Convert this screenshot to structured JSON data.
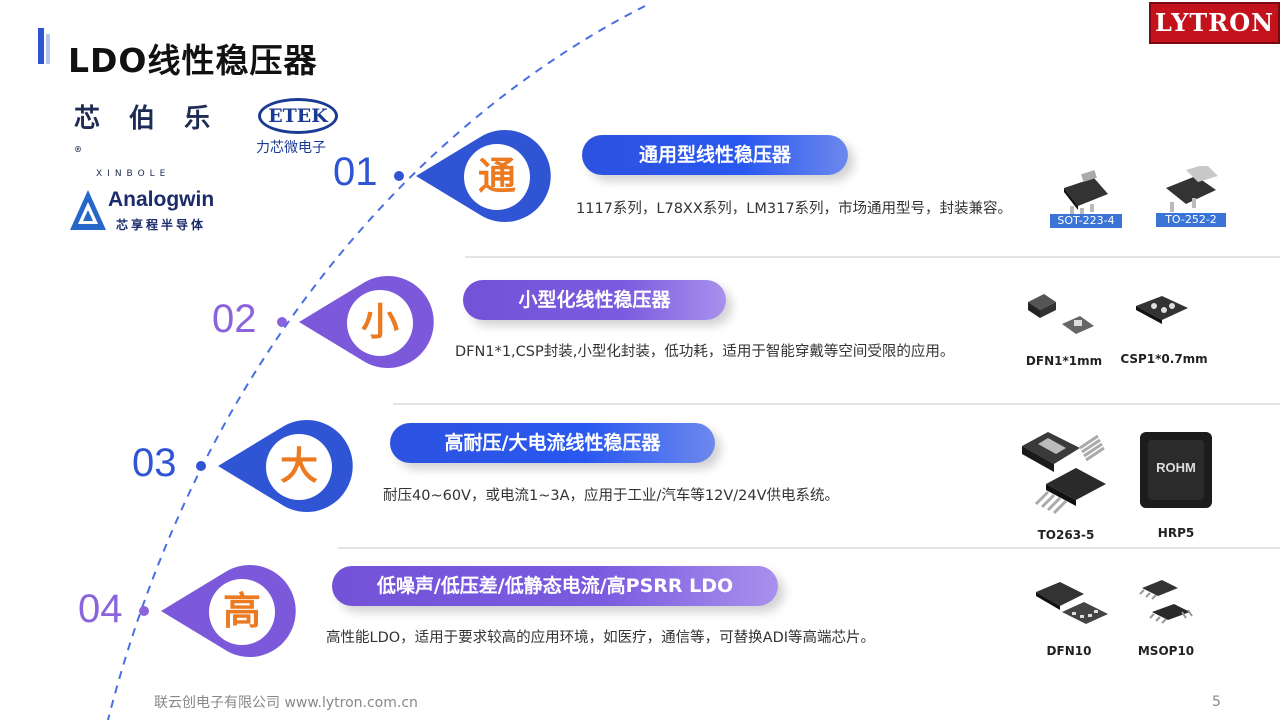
{
  "header": {
    "title": "LDO线性稳压器",
    "logo_text": "LYTRON"
  },
  "brands": {
    "xinbole_cn": "芯 伯 乐",
    "xinbole_reg": "®",
    "xinbole_en": "XINBOLE",
    "etek_name": "ETEK",
    "etek_cn": "力芯微电子",
    "analogwin_name": "Analogwin",
    "analogwin_cn": "芯享程半导体"
  },
  "sections": [
    {
      "number": "01",
      "char": "通",
      "title": "通用型线性稳压器",
      "description": "1117系列，L78XX系列，LM317系列，市场通用型号，封装兼容。",
      "packages": [
        "SOT-223-4",
        "TO-252-2"
      ]
    },
    {
      "number": "02",
      "char": "小",
      "title": "小型化线性稳压器",
      "description": "DFN1*1,CSP封装,小型化封装，低功耗，适用于智能穿戴等空间受限的应用。",
      "packages": [
        "DFN1*1mm",
        "CSP1*0.7mm"
      ]
    },
    {
      "number": "03",
      "char": "大",
      "title": "高耐压/大电流线性稳压器",
      "description": "耐压40~60V，或电流1~3A，应用于工业/汽车等12V/24V供电系统。",
      "packages": [
        "TO263-5",
        "HRP5"
      ],
      "chip_marking": "ROHM"
    },
    {
      "number": "04",
      "char": "高",
      "title": "低噪声/低压差/低静态电流/高PSRR LDO",
      "description": "高性能LDO，适用于要求较高的应用环境，如医疗，通信等，可替换ADI等高端芯片。",
      "packages": [
        "DFN10",
        "MSOP10"
      ]
    }
  ],
  "footer": {
    "company": "联云创电子有限公司 www.lytron.com.cn",
    "page_number": "5"
  },
  "colors": {
    "primary_blue": "#2f55d4",
    "purple": "#8a63dd",
    "accent_orange": "#ec7a21",
    "logo_red": "#c4121d"
  }
}
